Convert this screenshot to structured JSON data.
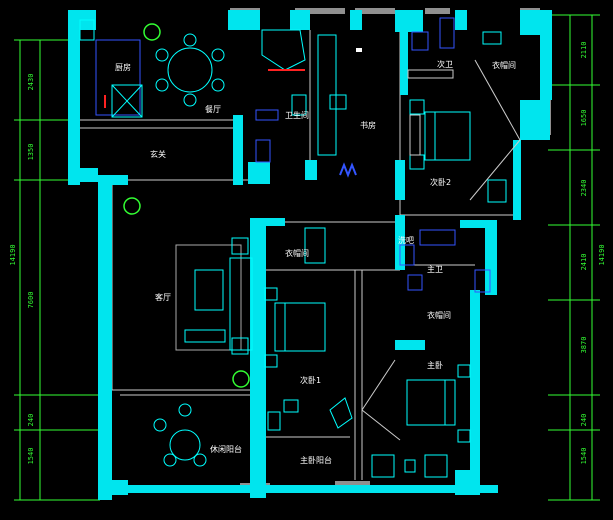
{
  "plan": {
    "colors": {
      "background": "#000000",
      "wall": "#00e5ee",
      "line": "#ffffff",
      "dimension": "#33ff33",
      "furniture": "#00ffff",
      "fixture": "#3355ff",
      "accent_red": "#ff2222",
      "plant": "#33ff33",
      "window": "#909090"
    },
    "rooms": {
      "kitchen": "厨房",
      "dining": "餐厅",
      "foyer": "玄关",
      "bathroom": "卫生间",
      "study": "书房",
      "sub_bath": "次卫",
      "closet_ne": "衣帽间",
      "bedroom2": "次卧2",
      "living": "客厅",
      "closet_mid": "衣帽间",
      "wash": "洗吧",
      "master_bath": "主卫",
      "closet_master": "衣帽间",
      "bedroom1": "次卧1",
      "master_bedroom": "主卧",
      "leisure_balcony": "休闲阳台",
      "master_balcony": "主卧阳台"
    },
    "dimensions": {
      "left": [
        "2430",
        "1350",
        "14190",
        "7600",
        "240",
        "1540"
      ],
      "right": [
        "2110",
        "1650",
        "2340",
        "14190",
        "2410",
        "3870",
        "240",
        "1540"
      ]
    }
  }
}
